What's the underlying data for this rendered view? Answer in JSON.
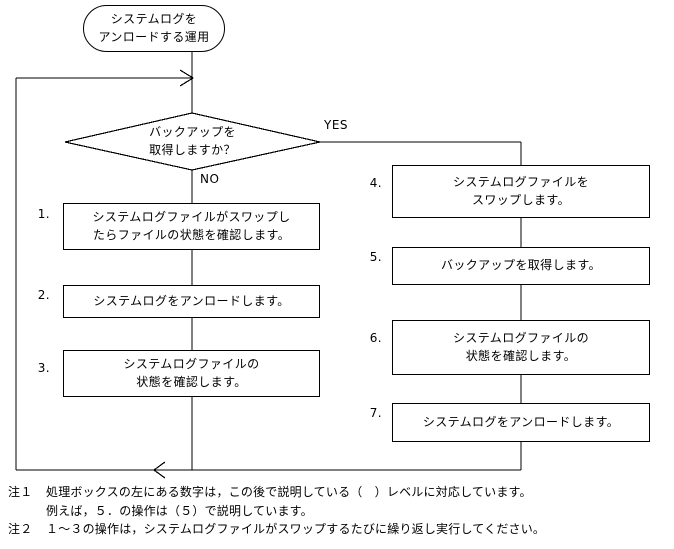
{
  "diagram": {
    "type": "flowchart",
    "title_node": {
      "shape": "terminal",
      "text": "システムログを\nアンロードする運用"
    },
    "decision": {
      "shape": "diamond",
      "text": "バックアップを\n取得しますか？",
      "yes_label": "YES",
      "no_label": "NO"
    },
    "left_branch": [
      {
        "num": "1.",
        "text": "システムログファイルがスワップし\nたらファイルの状態を確認します。"
      },
      {
        "num": "2.",
        "text": "システムログをアンロードします。"
      },
      {
        "num": "3.",
        "text": "システムログファイルの\n状態を確認します。"
      }
    ],
    "right_branch": [
      {
        "num": "4.",
        "text": "システムログファイルを\nスワップします。"
      },
      {
        "num": "5.",
        "text": "バックアップを取得します。"
      },
      {
        "num": "6.",
        "text": "システムログファイルの\n状態を確認します。"
      },
      {
        "num": "7.",
        "text": "システムログをアンロードします。"
      }
    ]
  },
  "notes": [
    {
      "tag": "注１",
      "line1": "処理ボックスの左にある数字は，この後で説明している（　）レベルに対応しています。",
      "line2": "例えば，５．の操作は（５）で説明しています。"
    },
    {
      "tag": "注２",
      "line1": "１～３の操作は，システムログファイルがスワップするたびに繰り返し実行してください。"
    }
  ],
  "colors": {
    "stroke": "#000000",
    "background": "#ffffff"
  }
}
